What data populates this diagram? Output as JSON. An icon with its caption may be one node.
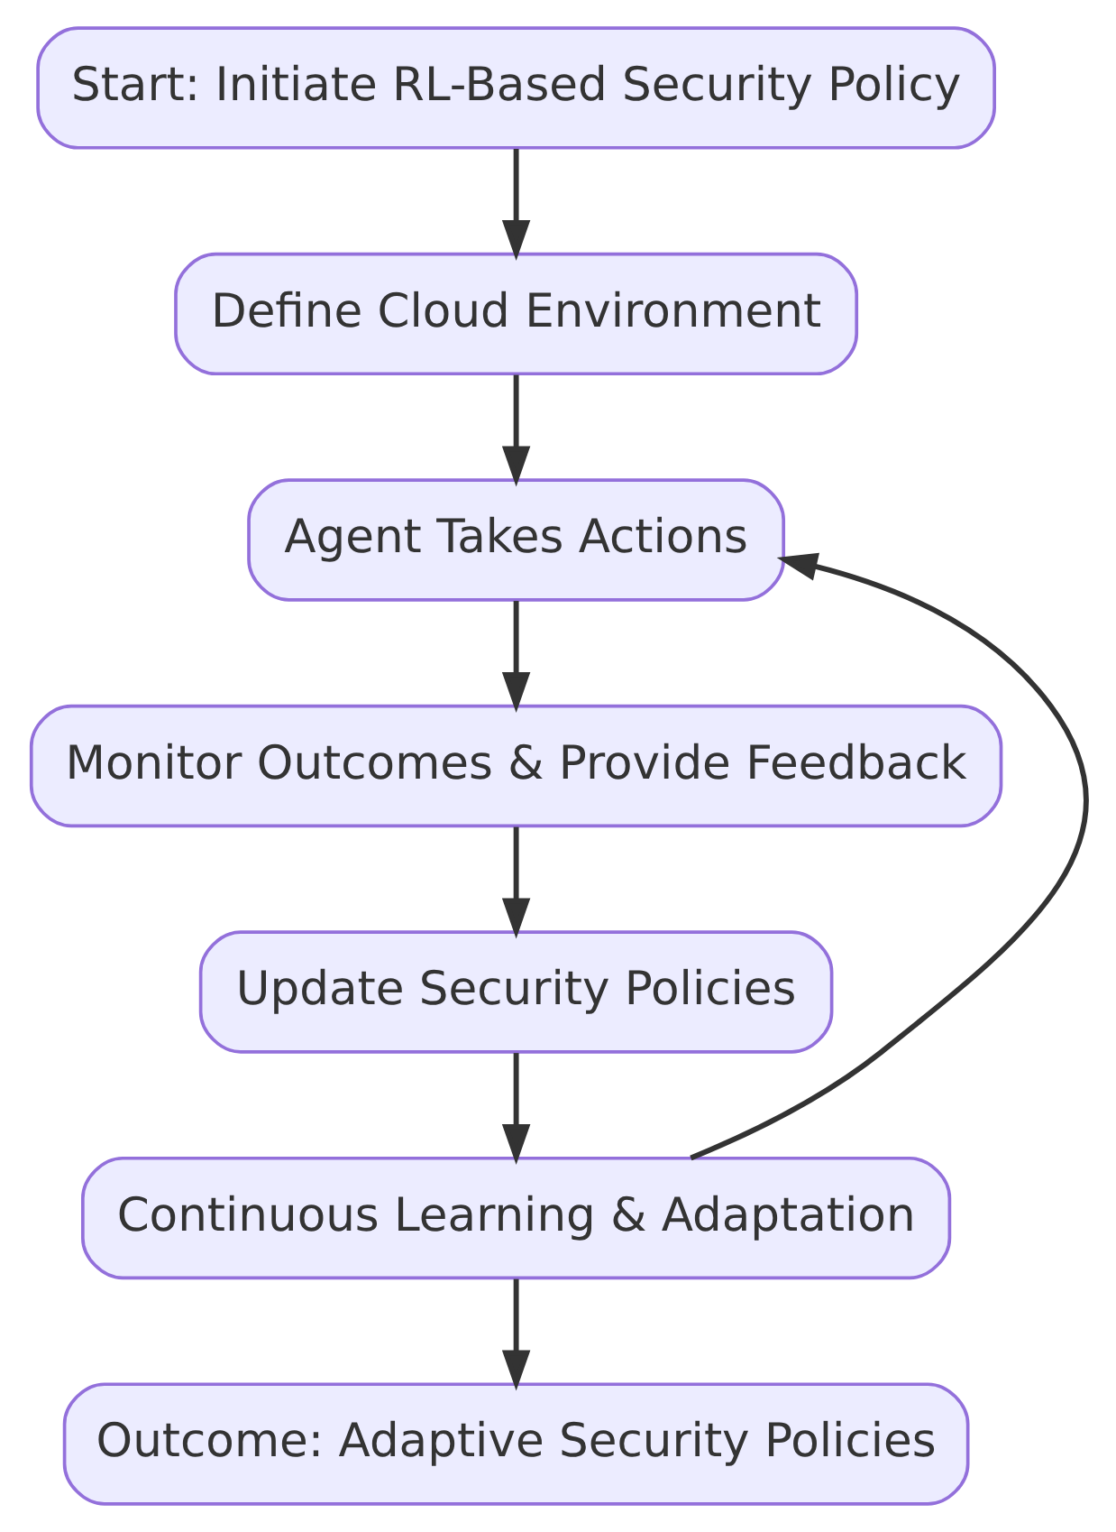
{
  "diagram": {
    "nodes": [
      {
        "text": [
          "Start: Initiate RL-Based Security Policy"
        ]
      },
      {
        "text": [
          "Define Cloud Environment"
        ]
      },
      {
        "text": [
          "Agent Takes Actions"
        ]
      },
      {
        "text": [
          "Monitor Outcomes & Provide Feedback"
        ]
      },
      {
        "text": [
          "Update Security Policies"
        ]
      },
      {
        "text": [
          "Continuous Learning & Adaptation"
        ]
      },
      {
        "text": [
          "Outcome: Adaptive Security Policies"
        ]
      }
    ],
    "edges": [
      {
        "from": 0,
        "to": 1,
        "arrow": "to"
      },
      {
        "from": 1,
        "to": 2,
        "arrow": "to"
      },
      {
        "from": 2,
        "to": 3,
        "arrow": "to"
      },
      {
        "from": 3,
        "to": 4,
        "arrow": "to"
      },
      {
        "from": 4,
        "to": 5,
        "arrow": "to"
      },
      {
        "from": 5,
        "to": 2,
        "arrow": "to"
      },
      {
        "from": 5,
        "to": 6,
        "arrow": "to"
      }
    ]
  }
}
